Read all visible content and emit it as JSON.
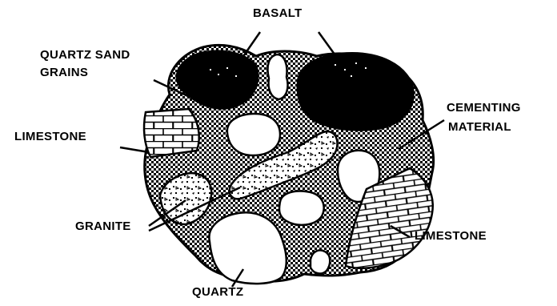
{
  "labels": {
    "basalt": "BASALT",
    "quartz_sand_line1": "QUARTZ SAND",
    "quartz_sand_line2": "GRAINS",
    "limestone_left": "LIMESTONE",
    "cementing_line1": "CEMENTING",
    "cementing_line2": "MATERIAL",
    "granite": "GRANITE",
    "limestone_right": "LIMESTONE",
    "quartz": "QUARTZ"
  },
  "colors": {
    "cement": "#8c8c8c",
    "basalt": "#000000",
    "quartz": "#ffffff",
    "outline": "#000000"
  }
}
